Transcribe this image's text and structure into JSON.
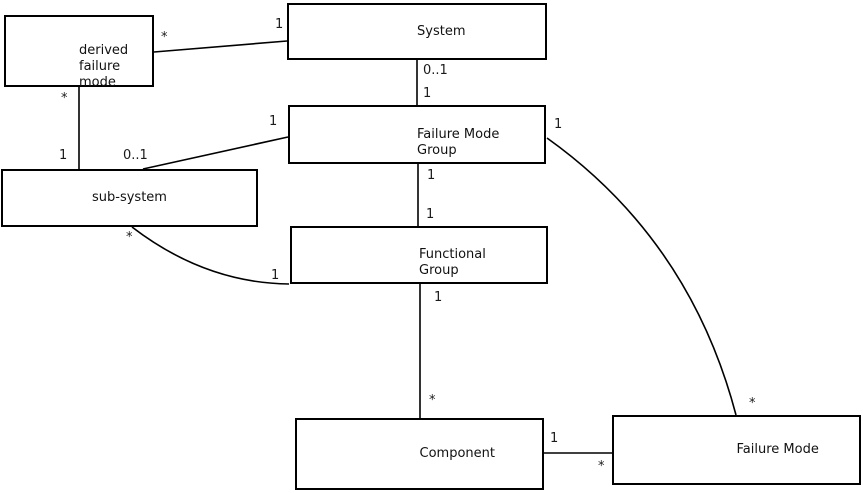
{
  "diagram": {
    "kind": "uml-class-association-diagram",
    "colors": {
      "background": "#ffffff",
      "box_border": "#000000",
      "line": "#000000",
      "text": "#1a1a1a"
    }
  },
  "nodes": {
    "derived_failure_mode": {
      "label": "derived\nfailure\nmode"
    },
    "system": {
      "label": "System"
    },
    "failure_mode_group": {
      "label": "Failure Mode\nGroup"
    },
    "sub_system": {
      "label": "sub-system"
    },
    "functional_group": {
      "label": "Functional\nGroup"
    },
    "component": {
      "label": "Component"
    },
    "failure_mode": {
      "label": "Failure Mode"
    }
  },
  "edges": {
    "system_derived": {
      "at_system": "1",
      "at_derived": "*"
    },
    "derived_subsystem": {
      "at_derived": "*",
      "at_subsystem": "1"
    },
    "system_fmg": {
      "at_system": "0..1",
      "at_fmg": "1"
    },
    "subsystem_fmg": {
      "at_subsystem": "0..1",
      "at_fmg": "1"
    },
    "fmg_functional": {
      "at_fmg": "1",
      "at_functional": "1"
    },
    "subsystem_functional": {
      "at_subsystem": "*",
      "at_functional": "1"
    },
    "functional_component": {
      "at_functional": "1",
      "at_component": "*"
    },
    "component_failuremode": {
      "at_component": "1",
      "at_failuremode": "*"
    },
    "fmg_failuremode": {
      "at_fmg": "1",
      "at_failuremode": "*"
    }
  }
}
